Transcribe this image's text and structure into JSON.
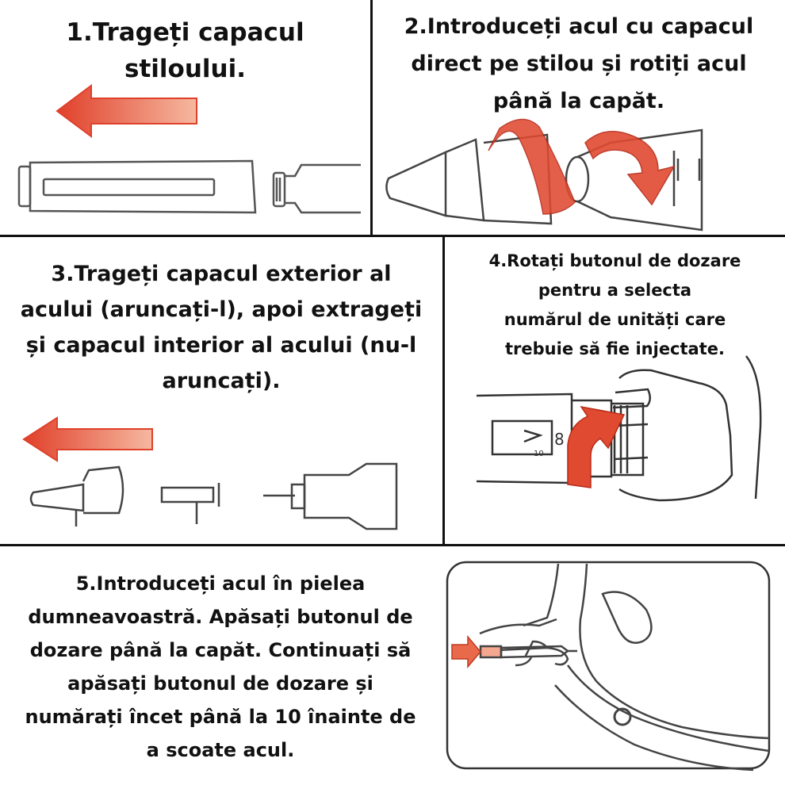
{
  "steps": [
    {
      "number": 1,
      "lines": [
        "1.Trageți capacul",
        "stiloului."
      ]
    },
    {
      "number": 2,
      "lines": [
        "2.Introduceți acul cu capacul",
        "direct pe stilou și rotiți acul",
        "până la capăt."
      ]
    },
    {
      "number": 3,
      "lines": [
        "3.Trageți capacul exterior al",
        "acului (aruncați-l), apoi extrageți",
        "și capacul interior al acului (nu-l",
        "aruncați)."
      ]
    },
    {
      "number": 4,
      "lines": [
        "4.Rotați butonul de dozare",
        "pentru a selecta",
        "numărul de unități care",
        "trebuie să fie injectate."
      ]
    },
    {
      "number": 5,
      "lines": [
        "5.Introduceți acul în pielea",
        "dumneavoastră. Apăsați butonul de",
        "dozare până la capăt. Continuați să",
        "apăsați butonul de dozare și",
        "numărați încet până la 10 înainte de",
        "a scoate acul."
      ]
    }
  ],
  "dial_digit": "8",
  "dial_scale": "10",
  "colors": {
    "arrow": "#e0402a",
    "arrow_light": "#f4a890",
    "stroke": "#444444",
    "divider": "#111111"
  }
}
